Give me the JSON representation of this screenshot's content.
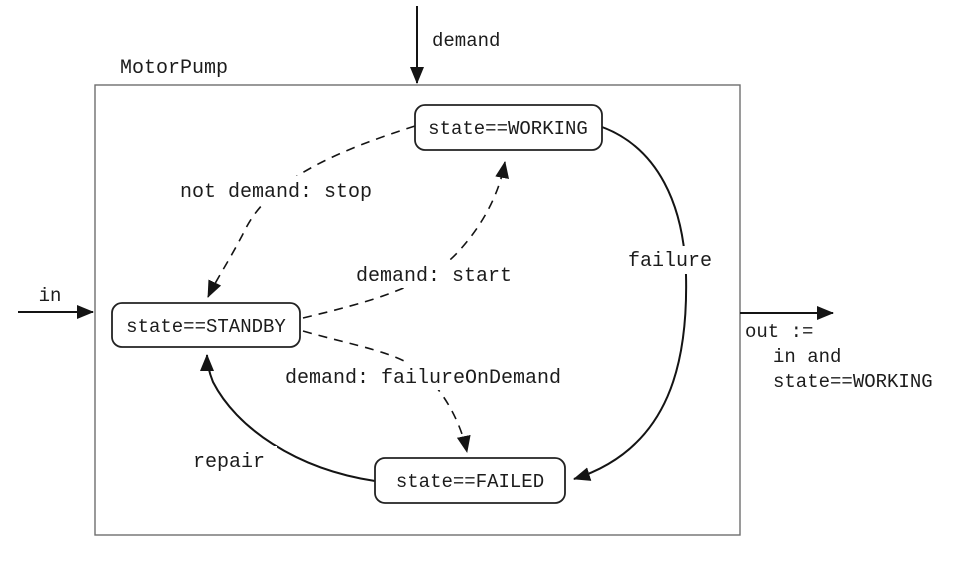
{
  "diagram": {
    "title": "MotorPump",
    "inputs": {
      "demand_label": "demand",
      "in_label": "in"
    },
    "output": {
      "line1": "out :=",
      "line2": "in and",
      "line3": "state==WORKING"
    },
    "states": {
      "working": "state==WORKING",
      "standby": "state==STANDBY",
      "failed": "state==FAILED"
    },
    "transitions": {
      "not_demand_stop": "not demand: stop",
      "demand_start": "demand: start",
      "demand_failure_on_demand": "demand: failureOnDemand",
      "failure": "failure",
      "repair": "repair"
    },
    "colors": {
      "line": "#141414",
      "state_border": "#222222",
      "frame_border": "#6e6e6e",
      "background": "#ffffff",
      "text": "#1c1c1c"
    }
  }
}
